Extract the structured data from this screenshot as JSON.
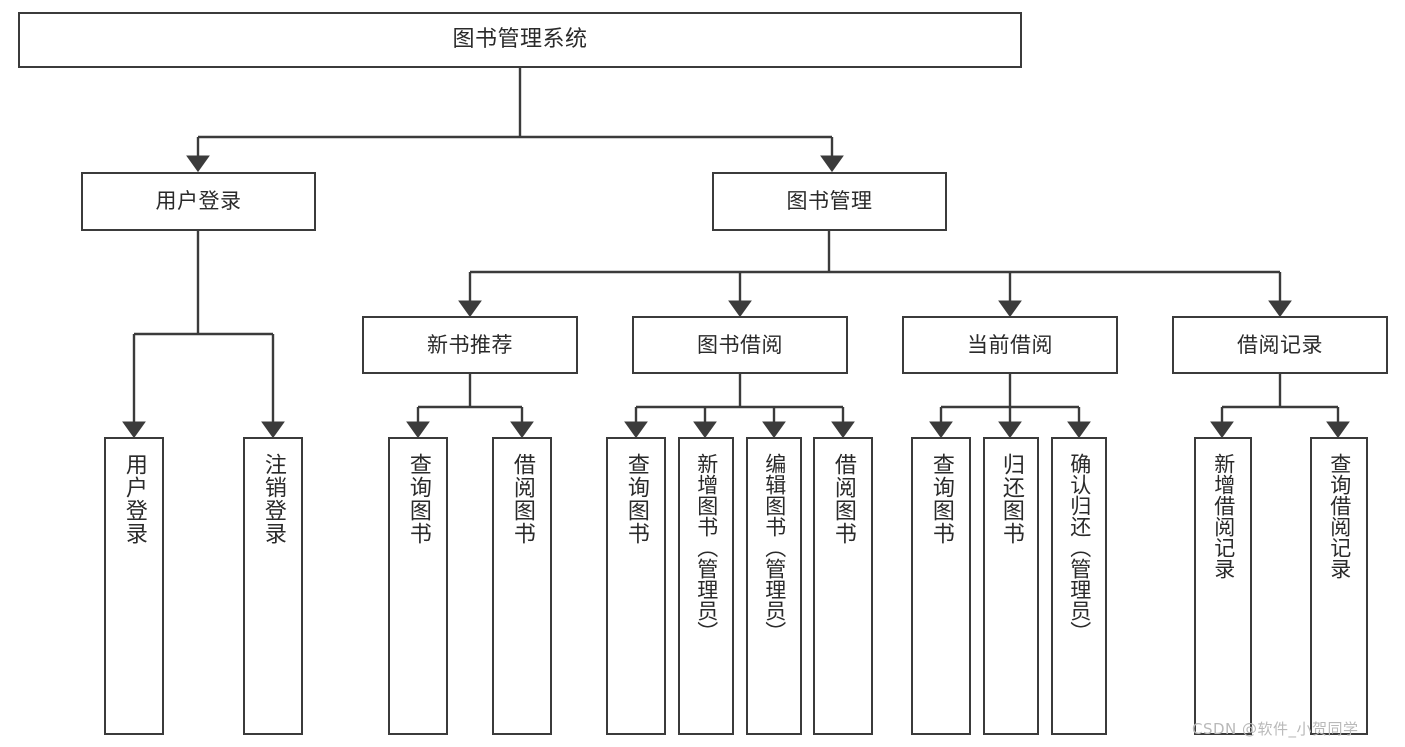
{
  "diagram": {
    "type": "hierarchy-tree",
    "title": "图书管理系统",
    "root": {
      "label": "图书管理系统"
    },
    "level2": [
      {
        "label": "用户登录"
      },
      {
        "label": "图书管理"
      }
    ],
    "level3": [
      {
        "label": "新书推荐"
      },
      {
        "label": "图书借阅"
      },
      {
        "label": "当前借阅"
      },
      {
        "label": "借阅记录"
      }
    ],
    "leaves": {
      "user_login": [
        {
          "label": "用户登录"
        },
        {
          "label": "注销登录"
        }
      ],
      "new_book_recommend": [
        {
          "label": "查询图书"
        },
        {
          "label": "借阅图书"
        }
      ],
      "book_borrow": [
        {
          "label": "查询图书"
        },
        {
          "label": "新增图书（管理员）"
        },
        {
          "label": "编辑图书（管理员）"
        },
        {
          "label": "借阅图书"
        }
      ],
      "current_borrow": [
        {
          "label": "查询图书"
        },
        {
          "label": "归还图书"
        },
        {
          "label": "确认归还（管理员）"
        }
      ],
      "borrow_record": [
        {
          "label": "新增借阅记录"
        },
        {
          "label": "查询借阅记录"
        }
      ]
    }
  },
  "watermark": {
    "text": "CSDN @软件_小贺同学"
  },
  "colors": {
    "box_border": "#3b3b3b",
    "box_fill": "#ffffff",
    "text": "#2a2a2a",
    "connector": "#3b3b3b",
    "watermark": "#b9b9b9",
    "background": "#ffffff"
  }
}
